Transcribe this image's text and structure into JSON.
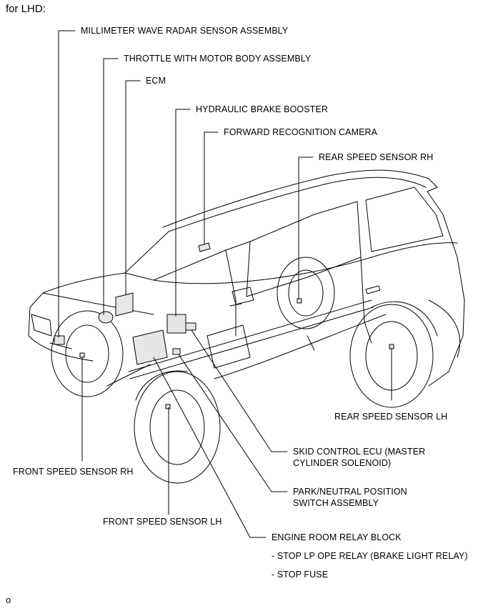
{
  "heading": "for LHD:",
  "footer": "o",
  "labels": {
    "millimeter_radar": "MILLIMETER WAVE RADAR SENSOR ASSEMBLY",
    "throttle": "THROTTLE WITH MOTOR BODY ASSEMBLY",
    "ecm": "ECM",
    "brake_booster": "HYDRAULIC BRAKE BOOSTER",
    "forward_camera": "FORWARD RECOGNITION CAMERA",
    "rear_speed_rh": "REAR SPEED SENSOR RH",
    "rear_speed_lh": "REAR SPEED SENSOR LH",
    "skid_control_line1": "SKID CONTROL ECU (MASTER",
    "skid_control_line2": "CYLINDER SOLENOID)",
    "front_speed_rh": "FRONT SPEED SENSOR RH",
    "park_neutral_line1": "PARK/NEUTRAL POSITION",
    "park_neutral_line2": "SWITCH ASSEMBLY",
    "front_speed_lh": "FRONT SPEED SENSOR LH",
    "engine_relay": "ENGINE ROOM RELAY BLOCK",
    "engine_relay_sub1": "- STOP LP OPE RELAY (BRAKE LIGHT RELAY)",
    "engine_relay_sub2": "- STOP FUSE"
  }
}
